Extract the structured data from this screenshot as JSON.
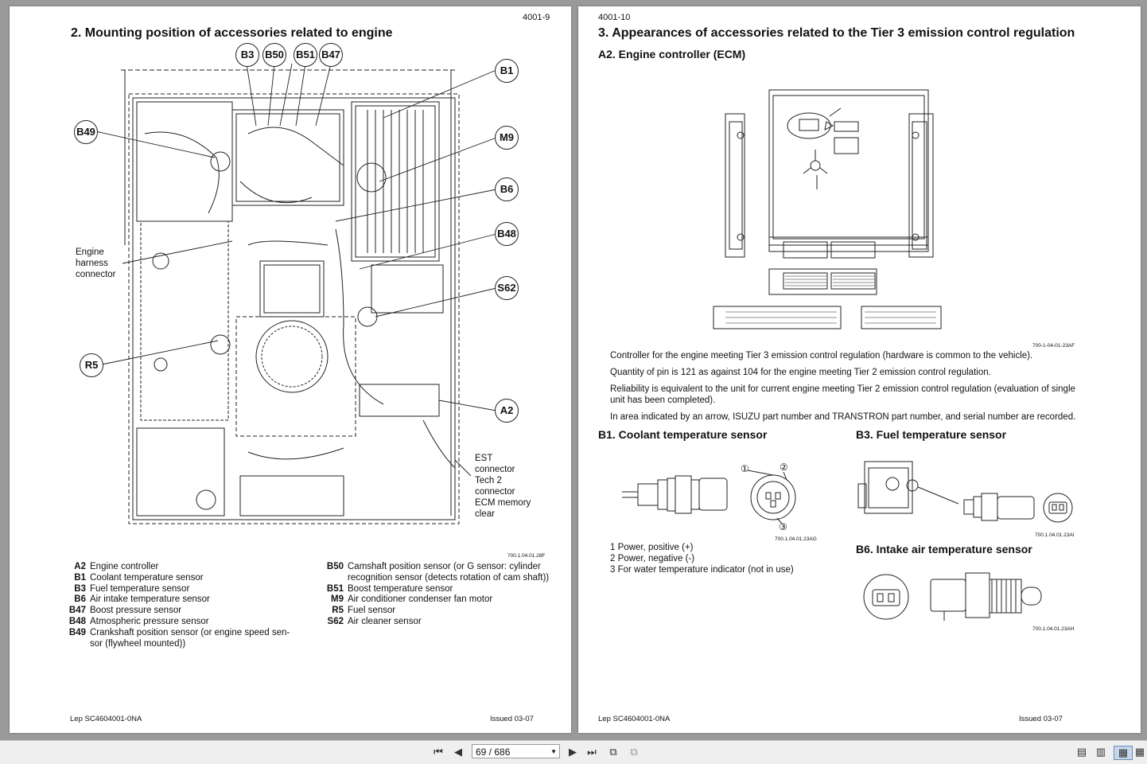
{
  "left_page": {
    "page_number": "4001-9",
    "title": "2. Mounting position of accessories related to engine",
    "callouts": [
      "B3",
      "B50",
      "B51",
      "B47",
      "B1",
      "B49",
      "M9",
      "B6",
      "B48",
      "S62",
      "R5",
      "A2"
    ],
    "engine_harness_label": [
      "Engine",
      "harness",
      "connector"
    ],
    "est_label": [
      "EST",
      "connector",
      "Tech 2",
      "connector",
      "ECM memory",
      "clear"
    ],
    "figure_ref": "700.1.04.01.28F",
    "legend_left": [
      {
        "code": "A2",
        "text": "Engine controller"
      },
      {
        "code": "B1",
        "text": "Coolant temperature sensor"
      },
      {
        "code": "B3",
        "text": "Fuel temperature sensor"
      },
      {
        "code": "B6",
        "text": "Air intake temperature sensor"
      },
      {
        "code": "B47",
        "text": "Boost pressure sensor"
      },
      {
        "code": "B48",
        "text": "Atmospheric pressure sensor"
      },
      {
        "code": "B49",
        "text": "Crankshaft position sensor (or engine speed sen-",
        "cont": "sor (flywheel mounted))"
      }
    ],
    "legend_right": [
      {
        "code": "B50",
        "text": "Camshaft position sensor (or G sensor: cylinder",
        "cont": "recognition sensor (detects rotation of cam shaft))"
      },
      {
        "code": "B51",
        "text": "Boost temperature sensor"
      },
      {
        "code": "M9",
        "text": "Air conditioner condenser fan motor"
      },
      {
        "code": "R5",
        "text": "Fuel sensor"
      },
      {
        "code": "S62",
        "text": "Air cleaner sensor"
      }
    ],
    "footer_left": "Lep SC4604001-0NA",
    "footer_right": "Issued 03-07"
  },
  "right_page": {
    "page_number": "4001-10",
    "title": "3. Appearances of accessories related to the Tier 3 emission control regulation",
    "ecm_heading": "A2. Engine controller (ECM)",
    "ecm_figure_ref": "700-1-04-01-23AF",
    "paragraphs": [
      "Controller for the engine meeting Tier 3 emission control regulation (hardware is common to the vehicle).",
      "Quantity of pin is 121 as against 104 for the engine meeting Tier 2 emission control regulation.",
      "Reliability is equivalent to the unit for current engine meeting Tier 2 emission control regulation (evaluation of single unit has been completed).",
      "In area indicated by an arrow, ISUZU part number and TRANSTRON part number, and serial number are recorded."
    ],
    "b1_heading": "B1. Coolant temperature sensor",
    "b1_figure_ref": "700.1.04.01.23AG",
    "b1_pins": [
      "1  Power, positive (+)",
      "2  Power, negative (-)",
      "3  For water temperature indicator (not in use)"
    ],
    "b1_pin_marks": [
      "①",
      "②",
      "③"
    ],
    "b3_heading": "B3. Fuel temperature sensor",
    "b3_figure_ref": "700.1.04.01.23AI",
    "b6_heading": "B6. Intake air temperature sensor",
    "b6_figure_ref": "700.1.04.01.23AH",
    "footer_left": "Lep SC4604001-0NA",
    "footer_right": "Issued 03-07"
  },
  "toolbar": {
    "page_indicator": "69 / 686"
  }
}
